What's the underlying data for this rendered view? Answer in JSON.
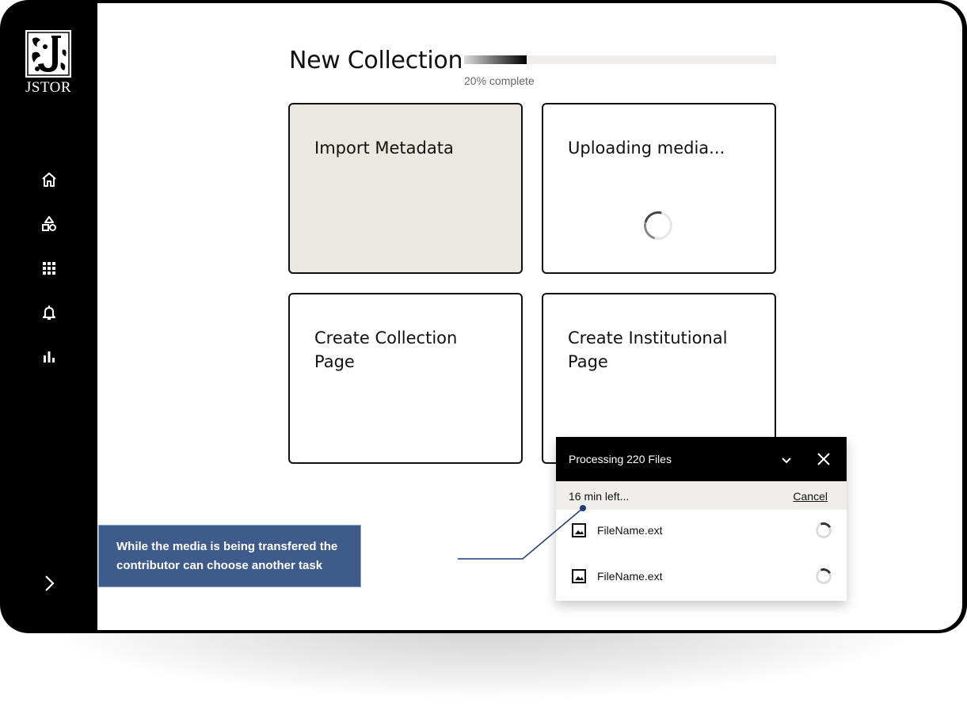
{
  "sidebar": {
    "logo_text": "JSTOR",
    "nav_items": [
      {
        "icon": "home-icon"
      },
      {
        "icon": "shapes-icon"
      },
      {
        "icon": "grid-icon"
      },
      {
        "icon": "bell-icon"
      },
      {
        "icon": "bar-chart-icon"
      }
    ],
    "expand_icon": "chevron-right-icon"
  },
  "header": {
    "title": "New Collection",
    "progress_percent": 20,
    "progress_label": "20% complete"
  },
  "cards": [
    {
      "label": "Import Metadata",
      "state": "selected"
    },
    {
      "label": "Uploading media...",
      "state": "loading"
    },
    {
      "label": "Create Collection Page",
      "state": "default"
    },
    {
      "label": "Create Institutional Page",
      "state": "default"
    }
  ],
  "processing_panel": {
    "title": "Processing 220 Files",
    "time_left": "16 min left...",
    "cancel_label": "Cancel",
    "files": [
      {
        "name": "FileName.ext",
        "icon": "image-file-icon"
      },
      {
        "name": "FileName.ext",
        "icon": "image-file-icon"
      }
    ]
  },
  "annotation": {
    "text": "While the media is being transfered the contributor can choose another task"
  },
  "colors": {
    "sidebar_bg": "#000000",
    "selected_card_bg": "#ebe8e2",
    "progress_track": "#efeeea",
    "callout_bg": "#3e5b8c"
  }
}
